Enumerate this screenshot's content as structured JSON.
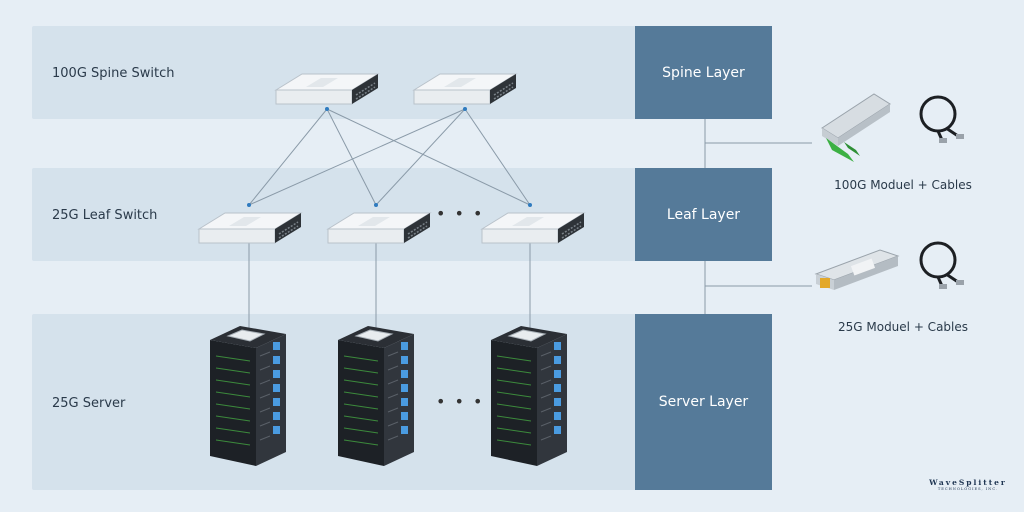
{
  "layers": {
    "spine": {
      "label": "100G Spine Switch",
      "layer_name": "Spine Layer"
    },
    "leaf": {
      "label": "25G Leaf Switch",
      "layer_name": "Leaf Layer"
    },
    "server": {
      "label": "25G Server",
      "layer_name": "Server Layer"
    }
  },
  "ellipsis": "• • •",
  "accessories": {
    "module_100g": "100G Moduel + Cables",
    "module_25g": "25G Moduel + Cables"
  },
  "logo": {
    "name": "WaveSplitter",
    "tagline": "TECHNOLOGIES, INC."
  },
  "colors": {
    "band": "#d5e2ec",
    "layer_box": "#557a99",
    "background": "#e6eef5",
    "link": "#8a9aa8",
    "module_green": "#3cb043"
  }
}
